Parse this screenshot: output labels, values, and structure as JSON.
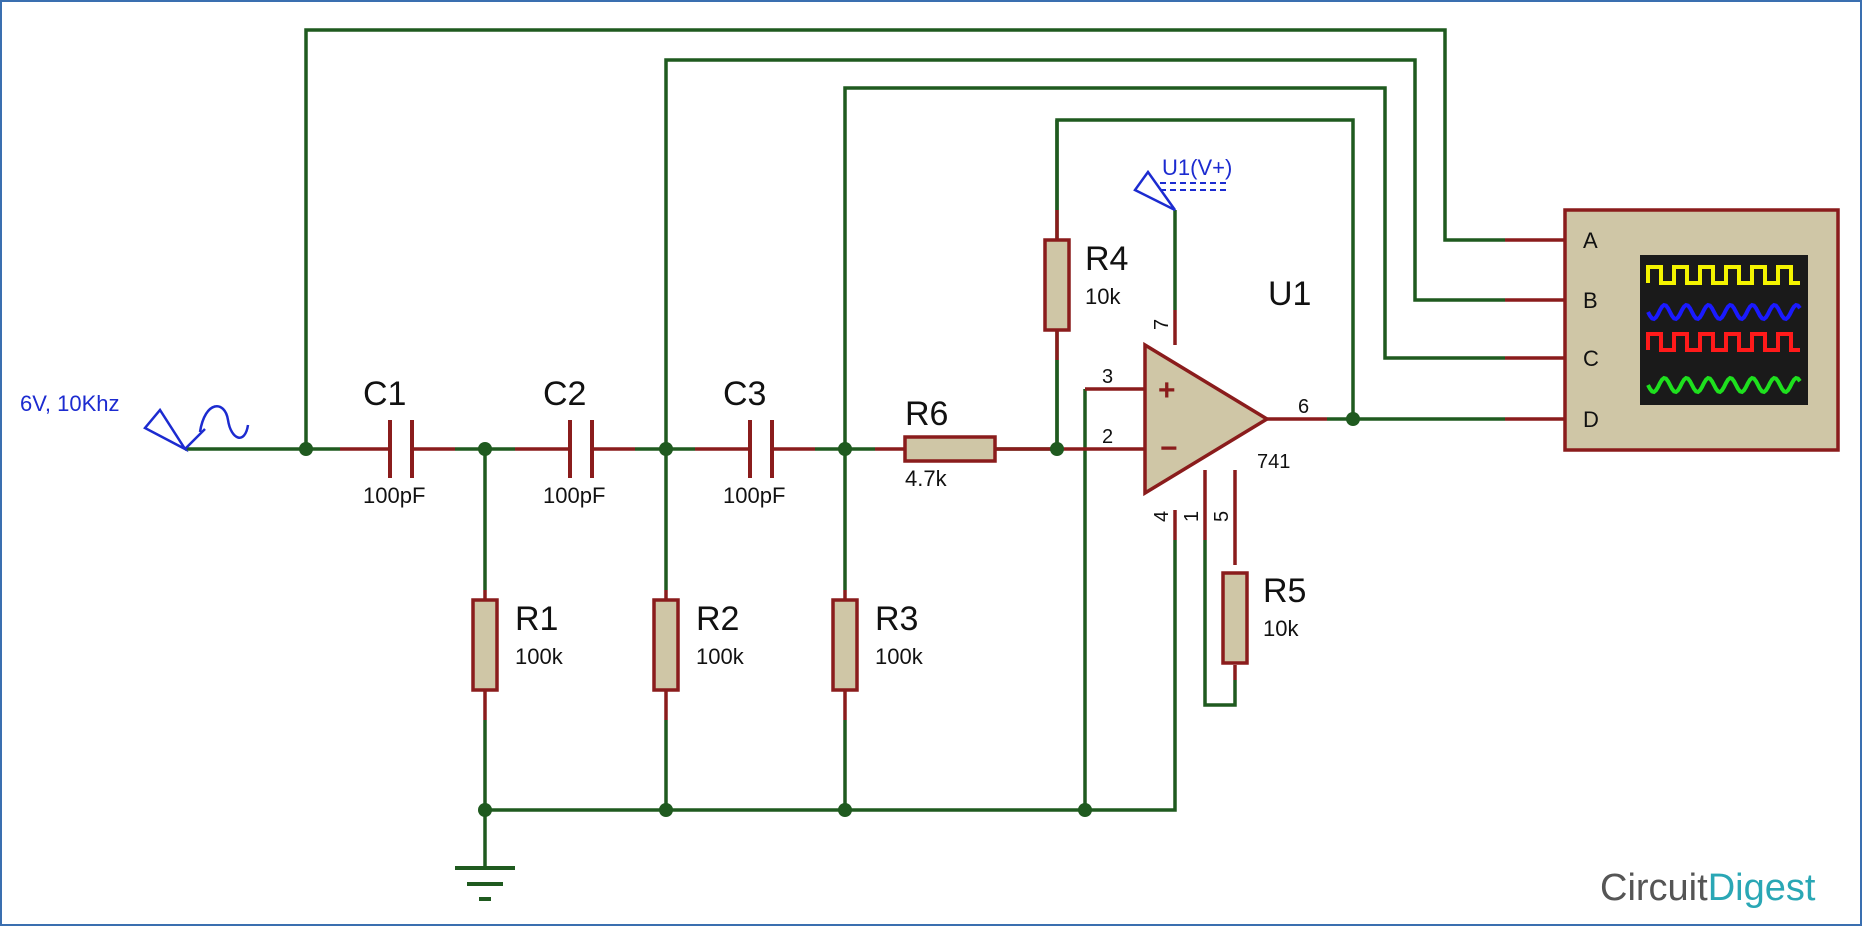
{
  "source": {
    "label": "6V, 10Khz"
  },
  "capacitors": [
    {
      "name": "C1",
      "value": "100pF"
    },
    {
      "name": "C2",
      "value": "100pF"
    },
    {
      "name": "C3",
      "value": "100pF"
    }
  ],
  "resistors": [
    {
      "name": "R1",
      "value": "100k"
    },
    {
      "name": "R2",
      "value": "100k"
    },
    {
      "name": "R3",
      "value": "100k"
    },
    {
      "name": "R4",
      "value": "10k"
    },
    {
      "name": "R5",
      "value": "10k"
    },
    {
      "name": "R6",
      "value": "4.7k"
    }
  ],
  "opamp": {
    "name": "U1",
    "part": "741",
    "supply_label": "U1(V+)",
    "pins": {
      "p3": "3",
      "p2": "2",
      "p7": "7",
      "p6": "6",
      "p4": "4",
      "p1": "1",
      "p5": "5"
    }
  },
  "scope": {
    "channels": [
      "A",
      "B",
      "C",
      "D"
    ]
  },
  "trace_colors": [
    "#f4f400",
    "#1a1aff",
    "#ff1a1a",
    "#1ee01e"
  ],
  "brand": {
    "part1": "Circuit",
    "part2": "Digest"
  }
}
